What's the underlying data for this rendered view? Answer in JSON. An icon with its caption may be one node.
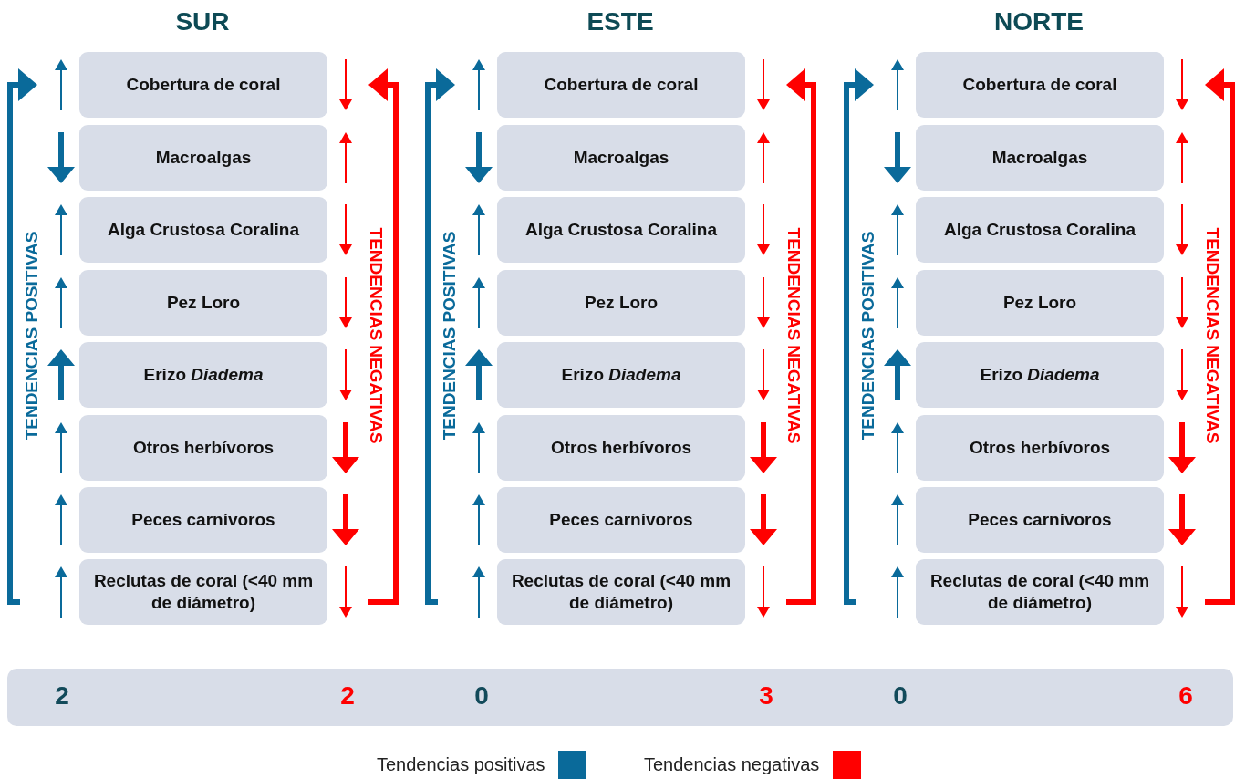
{
  "diagram": {
    "nodes": [
      {
        "text": [
          "Cobertura de coral"
        ]
      },
      {
        "text": [
          "Macroalgas"
        ]
      },
      {
        "text": [
          "Alga Crustosa Coralina"
        ]
      },
      {
        "text": [
          "Pez Loro"
        ]
      },
      {
        "text": [
          "Erizo *Diadema*"
        ]
      },
      {
        "text": [
          "Otros herbívoros"
        ]
      },
      {
        "text": [
          "Peces carnívoros"
        ]
      },
      {
        "text": [
          "Reclutas de coral (<40 mm de diámetro)"
        ]
      },
      {
        "text": [
          "Cobertura de coral"
        ]
      },
      {
        "text": [
          "Macroalgas"
        ]
      },
      {
        "text": [
          "Alga Crustosa Coralina"
        ]
      },
      {
        "text": [
          "Pez Loro"
        ]
      },
      {
        "text": [
          "Erizo *Diadema*"
        ]
      },
      {
        "text": [
          "Otros herbívoros"
        ]
      },
      {
        "text": [
          "Peces carnívoros"
        ]
      },
      {
        "text": [
          "Reclutas de coral (<40 mm de diámetro)"
        ]
      },
      {
        "text": [
          "Cobertura de coral"
        ]
      },
      {
        "text": [
          "Macroalgas"
        ]
      },
      {
        "text": [
          "Alga Crustosa Coralina"
        ]
      },
      {
        "text": [
          "Pez Loro"
        ]
      },
      {
        "text": [
          "Erizo *Diadema*"
        ]
      },
      {
        "text": [
          "Otros herbívoros"
        ]
      },
      {
        "text": [
          "Peces carnívoros"
        ]
      },
      {
        "text": [
          "Reclutas de coral (<40 mm de diámetro)"
        ]
      }
    ],
    "labels": [
      "SUR",
      "ESTE",
      "NORTE",
      "TENDENCIAS POSITIVAS",
      "TENDENCIAS NEGATIVAS",
      "TENDENCIAS POSITIVAS",
      "TENDENCIAS NEGATIVAS",
      "TENDENCIAS POSITIVAS",
      "TENDENCIAS NEGATIVAS",
      "2",
      "2",
      "0",
      "3",
      "0",
      "6"
    ],
    "legend": [
      {
        "text": "Tendencias positivas",
        "color": "#0a6a9a"
      },
      {
        "text": "Tendencias negativas",
        "color": "#ff0000"
      }
    ]
  }
}
